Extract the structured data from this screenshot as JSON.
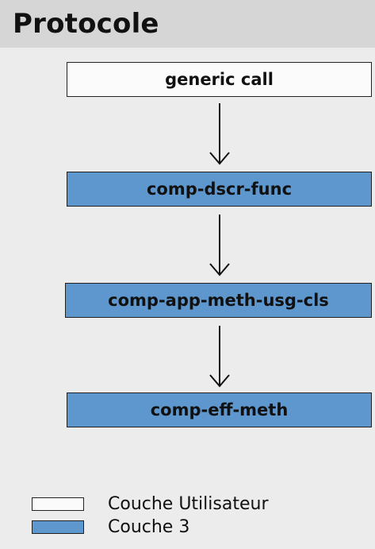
{
  "title": "Protocole",
  "boxes": [
    {
      "label": "generic call",
      "layer": "user"
    },
    {
      "label": "comp-dscr-func",
      "layer": "layer3"
    },
    {
      "label": "comp-app-meth-usg-cls",
      "layer": "layer3"
    },
    {
      "label": "comp-eff-meth",
      "layer": "layer3"
    }
  ],
  "legend": [
    {
      "label": "Couche Utilisateur",
      "color": "#fbfbfb"
    },
    {
      "label": "Couche 3",
      "color": "#5d97cd"
    }
  ],
  "colors": {
    "layer3_fill": "#5d97cd",
    "user_fill": "#fbfbfb",
    "background": "#ececec",
    "title_bar": "#d6d6d6"
  }
}
